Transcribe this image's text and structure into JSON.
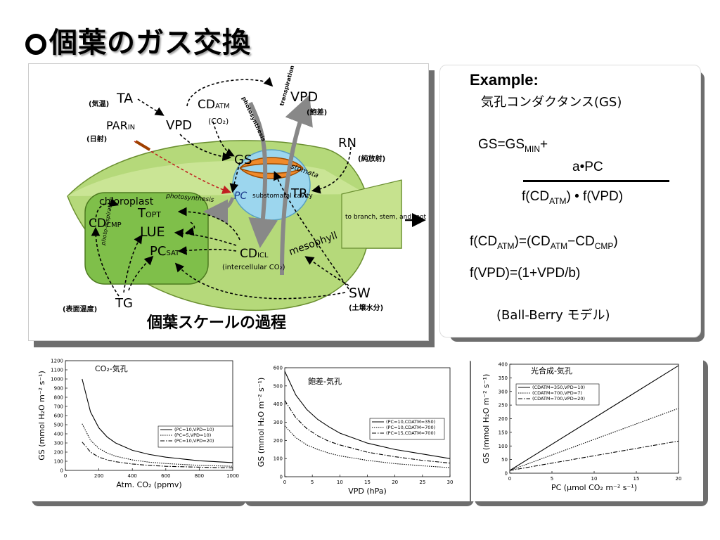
{
  "title": "個葉のガス交換",
  "diagram": {
    "caption": "個葉スケールの過程",
    "labels": {
      "ta": "TA",
      "ta_jp": "(気温)",
      "par": "PAR",
      "par_sub": "IN",
      "par_jp": "(日射)",
      "vpd_left": "VPD",
      "cd_atm": "CD",
      "cd_atm_sub": "ATM",
      "cd_atm_jp": "(CO₂)",
      "vpd_top": "VPD",
      "vpd_top_jp": "(飽差)",
      "rn": "RN",
      "rn_jp": "(純放射)",
      "gs": "GS",
      "pc": "PC",
      "tr": "TR",
      "stomata": "stomata",
      "cavity": "substomatal cavity",
      "photosynthesis_arrow": "photosynthesis",
      "transpiration_arrow": "transpiration",
      "chloroplast": "chloroplast",
      "photosynthesis": "photosynthesis",
      "topt": "T",
      "topt_sub": "OPT",
      "cdcmp": "CD",
      "cdcmp_sub": "CMP",
      "lue": "LUE",
      "photorespiration": "photo-respiration",
      "pcsat": "PC",
      "pcsat_sub": "SAT",
      "cdicl": "CD",
      "cdicl_sub": "ICL",
      "intercellular": "(intercellular CO₂)",
      "mesophyll": "mesophyll",
      "branch": "to branch, stem, and root",
      "tg": "TG",
      "tg_jp": "(表面温度)",
      "sw": "SW",
      "sw_jp": "(土壌水分)"
    }
  },
  "example": {
    "title": "Example:",
    "subtitle": "気孔コンダクタンス(GS)",
    "eq1_left": "GS=GS",
    "eq1_sub": "MIN",
    "eq1_plus": "+",
    "numerator": "a•PC",
    "den_a": "f(CD",
    "den_a_sub": "ATM",
    "den_b": ") • f(VPD)",
    "eq2_a": "f(CD",
    "eq2_a_sub": "ATM",
    "eq2_b": ")=(CD",
    "eq2_b_sub": "ATM",
    "eq2_c": "−CD",
    "eq2_c_sub": "CMP",
    "eq2_d": ")",
    "eq3": "f(VPD)=(1+VPD/b)",
    "model": "(Ball-Berry モデル)"
  },
  "chart_data": [
    {
      "type": "line",
      "title": "CO₂-気孔",
      "xlabel": "Atm. CO₂ (ppmv)",
      "ylabel": "GS (mmol H₂O m⁻² s⁻¹)",
      "xlim": [
        0,
        1000
      ],
      "ylim": [
        0,
        1200
      ],
      "xticks": [
        0,
        200,
        400,
        600,
        800,
        1000
      ],
      "yticks": [
        0,
        100,
        200,
        300,
        400,
        500,
        600,
        700,
        800,
        900,
        1000,
        1100,
        1200
      ],
      "legend_position": "center-right",
      "series": [
        {
          "name": "(PC=10,VPD=10)",
          "style": "solid",
          "x": [
            100,
            150,
            200,
            250,
            300,
            400,
            500,
            600,
            800,
            1000
          ],
          "y": [
            1000,
            640,
            465,
            365,
            300,
            220,
            175,
            145,
            105,
            85
          ]
        },
        {
          "name": "(PC=5,VPD=10)",
          "style": "dotted",
          "x": [
            100,
            150,
            200,
            250,
            300,
            400,
            500,
            600,
            800,
            1000
          ],
          "y": [
            510,
            330,
            240,
            190,
            155,
            115,
            90,
            75,
            55,
            45
          ]
        },
        {
          "name": "(PC=10,VPD=20)",
          "style": "dashdot",
          "x": [
            100,
            150,
            200,
            250,
            300,
            400,
            500,
            600,
            800,
            1000
          ],
          "y": [
            310,
            200,
            145,
            115,
            95,
            70,
            55,
            45,
            35,
            28
          ]
        }
      ]
    },
    {
      "type": "line",
      "title": "飽差-気孔",
      "xlabel": "VPD (hPa)",
      "ylabel": "GS (mmol H₂O m⁻² s⁻¹)",
      "xlim": [
        0,
        30
      ],
      "ylim": [
        0,
        600
      ],
      "xticks": [
        0,
        5,
        10,
        15,
        20,
        25,
        30
      ],
      "yticks": [
        0,
        100,
        200,
        300,
        400,
        500,
        600
      ],
      "legend_position": "center-right",
      "series": [
        {
          "name": "(PC=10,CDATM=350)",
          "style": "solid",
          "x": [
            0,
            2,
            4,
            6,
            8,
            10,
            15,
            20,
            25,
            30
          ],
          "y": [
            580,
            450,
            370,
            315,
            275,
            240,
            185,
            150,
            125,
            100
          ]
        },
        {
          "name": "(PC=10,CDATM=700)",
          "style": "dotted",
          "x": [
            0,
            2,
            4,
            6,
            8,
            10,
            15,
            20,
            25,
            30
          ],
          "y": [
            280,
            215,
            175,
            150,
            130,
            115,
            90,
            72,
            60,
            50
          ]
        },
        {
          "name": "(PC=15,CDATM=700)",
          "style": "dashdot",
          "x": [
            0,
            2,
            4,
            6,
            8,
            10,
            15,
            20,
            25,
            30
          ],
          "y": [
            420,
            325,
            265,
            225,
            195,
            175,
            135,
            110,
            90,
            75
          ]
        }
      ]
    },
    {
      "type": "line",
      "title": "光合成-気孔",
      "xlabel": "PC (μmol CO₂ m⁻² s⁻¹)",
      "ylabel": "GS (mmol H₂O m⁻² s⁻¹)",
      "xlim": [
        0,
        20
      ],
      "ylim": [
        0,
        400
      ],
      "xticks": [
        0,
        5,
        10,
        15,
        20
      ],
      "yticks": [
        0,
        50,
        100,
        150,
        200,
        250,
        300,
        350,
        400
      ],
      "legend_position": "top-left",
      "series": [
        {
          "name": "(CDATM=350,VPD=10)",
          "style": "solid",
          "x": [
            0,
            20
          ],
          "y": [
            10,
            395
          ]
        },
        {
          "name": "(CDATM=700,VPD=7)",
          "style": "dotted",
          "x": [
            0,
            20
          ],
          "y": [
            10,
            238
          ]
        },
        {
          "name": "(CDATM=700,VPD=20)",
          "style": "dashdot",
          "x": [
            0,
            20
          ],
          "y": [
            10,
            118
          ]
        }
      ]
    }
  ]
}
